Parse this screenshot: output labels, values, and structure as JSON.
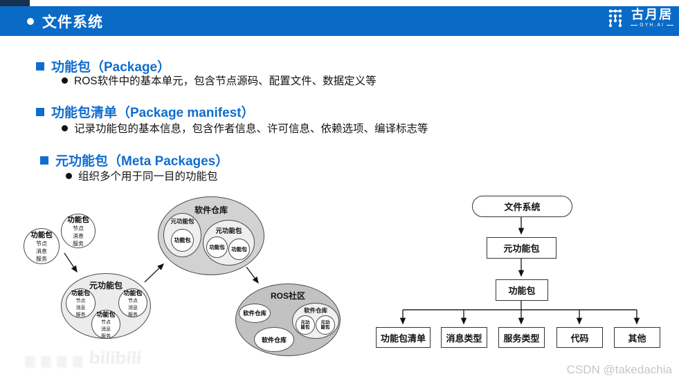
{
  "slide": {
    "title": "文件系统"
  },
  "logo": {
    "name": "古月居",
    "tagline": "GYH.AI"
  },
  "sections": [
    {
      "heading": "功能包（Package）",
      "bullet": "ROS软件中的基本单元，包含节点源码、配置文件、数据定义等"
    },
    {
      "heading": "功能包清单（Package manifest）",
      "bullet": "记录功能包的基本信息，包含作者信息、许可信息、依赖选项、编译标志等"
    },
    {
      "heading": "元功能包（Meta Packages）",
      "bullet": "组织多个用于同一目的功能包"
    }
  ],
  "cluster": {
    "package": "功能包",
    "package_lines": [
      "节点",
      "消息",
      "服务"
    ],
    "meta_package": "元功能包",
    "meta_package_wrapped": [
      "元功",
      "能包"
    ],
    "repository": "软件仓库",
    "community": "ROS社区"
  },
  "flowchart": {
    "root": "文件系统",
    "level1": "元功能包",
    "level2": "功能包",
    "leaves": [
      "功能包清单",
      "消息类型",
      "服务类型",
      "代码",
      "其他"
    ]
  },
  "watermarks": {
    "bilibili": "bilibili",
    "csdn": "CSDN @takedachia"
  },
  "colors": {
    "header_blue": "#0a6bc6",
    "heading_blue": "#0f6dce",
    "corner_navy": "#16304f",
    "meta_fill": "#ececec",
    "repo_fill": "#d2d2d2",
    "community_fill": "#c2c2c2"
  }
}
